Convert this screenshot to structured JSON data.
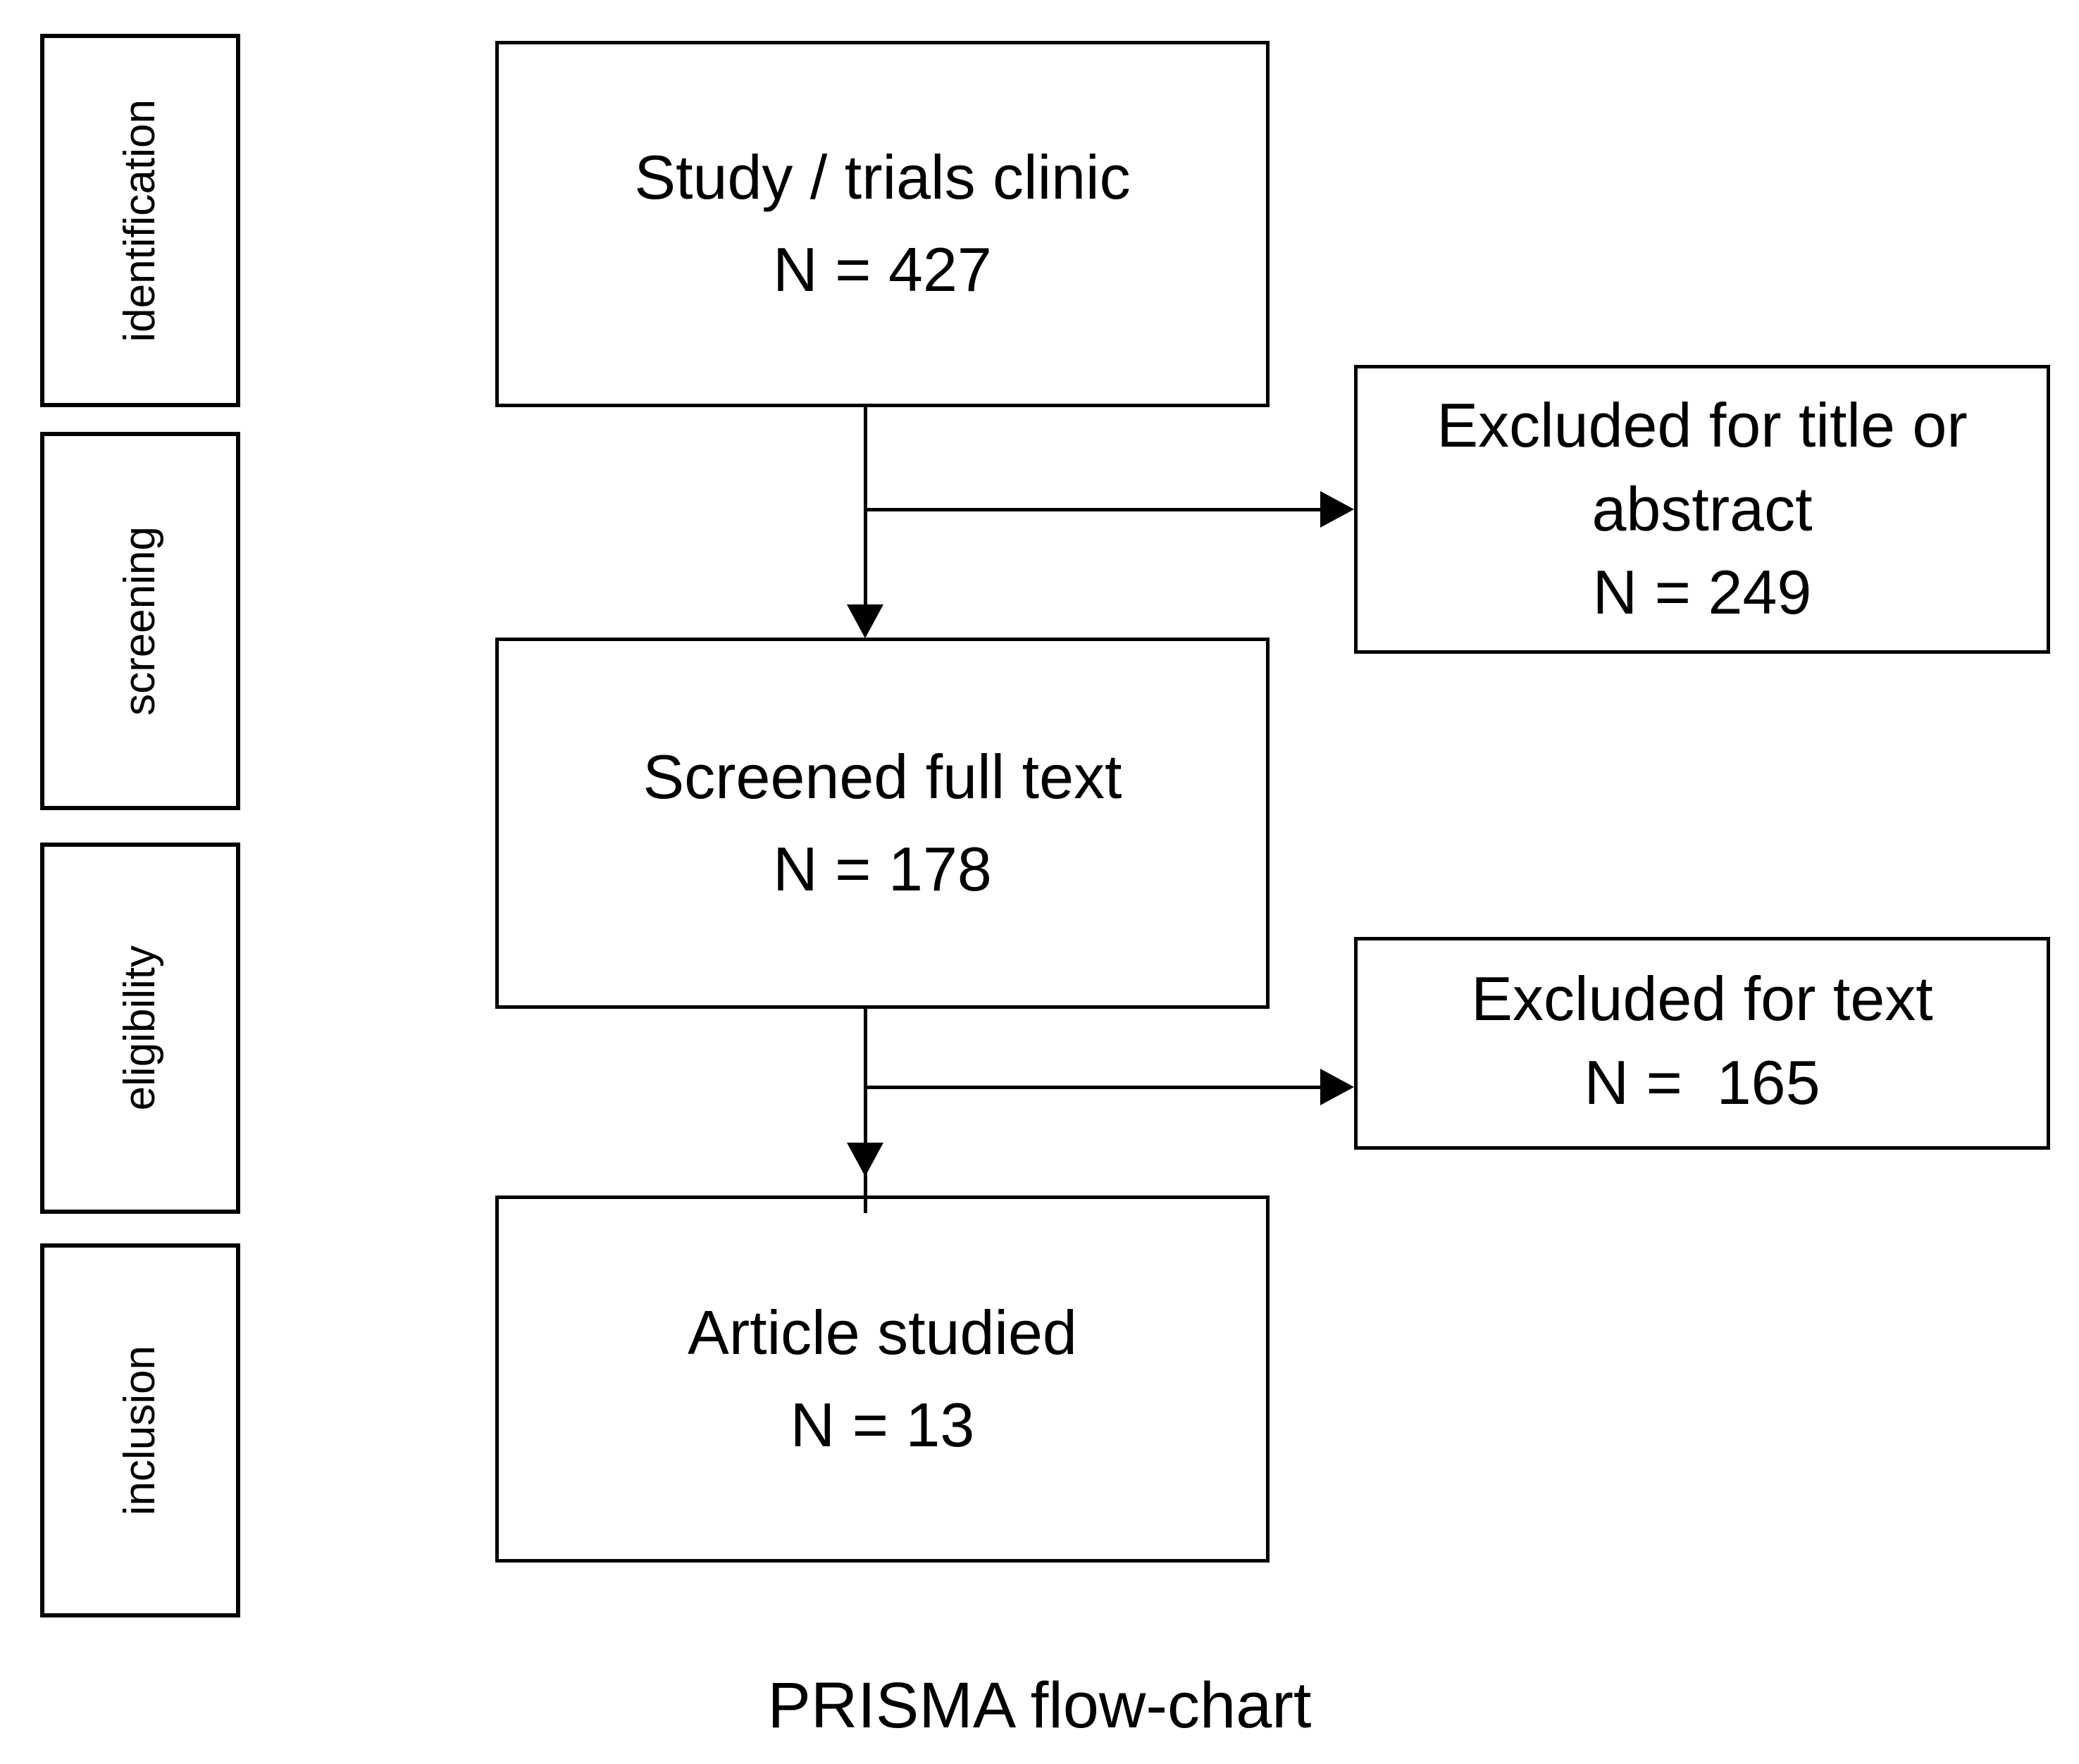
{
  "figure": {
    "caption": "PRISMA flow-chart",
    "line_color": "#000000",
    "background_color": "#ffffff"
  },
  "stages": [
    {
      "label": "identification"
    },
    {
      "label": "screening"
    },
    {
      "label": "eligibility"
    },
    {
      "label": "inclusion"
    }
  ],
  "flow": {
    "nodes": [
      {
        "id": "study-trials-clinic",
        "line1": "Study / trials clinic",
        "line2": "N = 427"
      },
      {
        "id": "screened-full-text",
        "line1": "Screened full text",
        "line2": "N = 178"
      },
      {
        "id": "article-studied",
        "line1": "Article studied",
        "line2": "N = 13"
      }
    ],
    "excluded": [
      {
        "id": "excluded-title-abstract",
        "line1": "Excluded for title or",
        "line2": "abstract",
        "line3": "N = 249"
      },
      {
        "id": "excluded-text",
        "line1": "Excluded for text",
        "line2": "N =  165",
        "line3": ""
      }
    ]
  },
  "chart_data": {
    "type": "diagram",
    "title": "PRISMA flow-chart",
    "stages": [
      "identification",
      "screening",
      "eligibility",
      "inclusion"
    ],
    "steps": [
      {
        "label": "Study / trials clinic",
        "n": 427
      },
      {
        "label": "Screened full text",
        "n": 178
      },
      {
        "label": "Article studied",
        "n": 13
      }
    ],
    "exclusions": [
      {
        "label": "Excluded for title or abstract",
        "n": 249,
        "after": "Study / trials clinic"
      },
      {
        "label": "Excluded for text",
        "n": 165,
        "after": "Screened full text"
      }
    ]
  }
}
